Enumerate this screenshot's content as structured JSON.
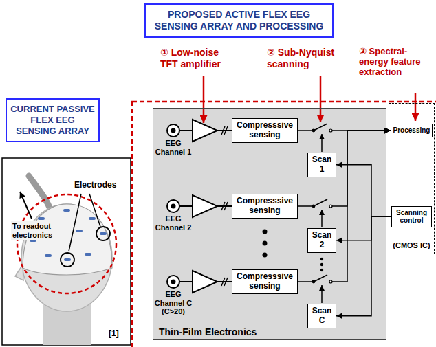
{
  "diagram": {
    "nodes": [
      {
        "text": [
          "CURRENT PASSIVE FLEX EEG SENSING ARRAY"
        ]
      },
      {
        "text": [
          "PROPOSED ACTIVE FLEX EEG SENSING ARRAY AND PROCESSING"
        ]
      },
      {
        "text": [
          "Thin-Film Electronics"
        ]
      },
      {
        "text": [
          "Compresssive sensing"
        ],
        "in": 2
      },
      {
        "text": [
          "Compresssive sensing"
        ],
        "in": 2
      },
      {
        "text": [
          "Compresssive sensing"
        ],
        "in": 2
      },
      {
        "text": [
          "Scan 1"
        ],
        "in": 2
      },
      {
        "text": [
          "Scan 2"
        ],
        "in": 2
      },
      {
        "text": [
          "Scan C"
        ],
        "in": 2
      },
      {
        "text": [
          "(CMOS IC)"
        ]
      },
      {
        "text": [
          "Processing"
        ],
        "in": 9
      },
      {
        "text": [
          "Scanning control"
        ],
        "in": 9
      }
    ],
    "edges": [
      {
        "from": 3,
        "to": 10,
        "arrow": "to"
      },
      {
        "from": 4,
        "to": 10,
        "arrow": "to"
      },
      {
        "from": 5,
        "to": 10,
        "arrow": "to"
      },
      {
        "from": 11,
        "to": 6,
        "arrow": "to"
      },
      {
        "from": 11,
        "to": 7,
        "arrow": "to"
      },
      {
        "from": 11,
        "to": 8,
        "arrow": "to"
      }
    ],
    "labels": [
      "Electrodes",
      "To readout electronics",
      "[1]",
      "① Low-noise TFT amplifier",
      "② Sub-Nyquist scanning",
      "③ Spectral-energy feature extraction",
      "EEG Channel 1",
      "EEG Channel 2",
      "EEG Channel C (C>20)"
    ]
  }
}
